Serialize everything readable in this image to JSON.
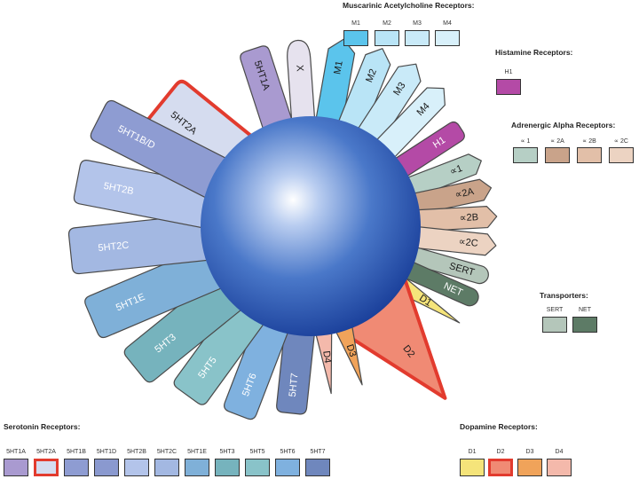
{
  "legends": {
    "muscarinic": {
      "title": "Muscarinic Acetylcholine Receptors:",
      "items": [
        {
          "label": "M1",
          "color": "#5bc4ec"
        },
        {
          "label": "M2",
          "color": "#b9e4f6"
        },
        {
          "label": "M3",
          "color": "#c9eaf8"
        },
        {
          "label": "M4",
          "color": "#d8f0fa"
        }
      ]
    },
    "histamine": {
      "title": "Histamine Receptors:",
      "items": [
        {
          "label": "H1",
          "color": "#b44aa6"
        }
      ]
    },
    "adrenergic": {
      "title": "Adrenergic Alpha Receptors:",
      "items": [
        {
          "label": "∝ 1",
          "color": "#b6cfc5"
        },
        {
          "label": "∝ 2A",
          "color": "#c9a38a"
        },
        {
          "label": "∝ 2B",
          "color": "#e2bfa8"
        },
        {
          "label": "∝ 2C",
          "color": "#ecd3c2"
        }
      ]
    },
    "transporters": {
      "title": "Transporters:",
      "items": [
        {
          "label": "SERT",
          "color": "#b4c6ba"
        },
        {
          "label": "NET",
          "color": "#5d7b66"
        }
      ]
    },
    "serotonin": {
      "title": "Serotonin Receptors:",
      "items": [
        {
          "label": "5HT1A",
          "color": "#a99ad0"
        },
        {
          "label": "5HT2A",
          "color": "#d5dcef",
          "highlight": true
        },
        {
          "label": "5HT1B",
          "color": "#8e9cd2"
        },
        {
          "label": "5HT1D",
          "color": "#8a99cf"
        },
        {
          "label": "5HT2B",
          "color": "#b3c4ea"
        },
        {
          "label": "5HT2C",
          "color": "#a3b8e2"
        },
        {
          "label": "5HT1E",
          "color": "#7fb0d8"
        },
        {
          "label": "5HT3",
          "color": "#76b3bd"
        },
        {
          "label": "5HT5",
          "color": "#89c3c9"
        },
        {
          "label": "5HT6",
          "color": "#7fb1df"
        },
        {
          "label": "5HT7",
          "color": "#6f87bd"
        }
      ]
    },
    "dopamine": {
      "title": "Dopamine Receptors:",
      "items": [
        {
          "label": "D1",
          "color": "#f5e47a"
        },
        {
          "label": "D2",
          "color": "#f08a74",
          "highlight": true
        },
        {
          "label": "D3",
          "color": "#f0a35a"
        },
        {
          "label": "D4",
          "color": "#f4b9ab"
        }
      ]
    }
  },
  "arms": [
    {
      "label": "5HT2A",
      "color": "#d5dcef",
      "highlight": true,
      "dark": true
    },
    {
      "label": "5HT1A",
      "color": "#a99ad0",
      "dark": true
    },
    {
      "label": "X",
      "color": "#e6e2ee",
      "dark": true
    },
    {
      "label": "M1",
      "color": "#5bc4ec",
      "dark": true
    },
    {
      "label": "M2",
      "color": "#b9e4f6",
      "dark": true
    },
    {
      "label": "M3",
      "color": "#c9eaf8",
      "dark": true
    },
    {
      "label": "M4",
      "color": "#d8f0fa",
      "dark": true
    },
    {
      "label": "H1",
      "color": "#b44aa6"
    },
    {
      "label": "∝1",
      "color": "#b6cfc5",
      "dark": true
    },
    {
      "label": "∝2A",
      "color": "#c9a38a",
      "dark": true
    },
    {
      "label": "∝2B",
      "color": "#e2bfa8",
      "dark": true
    },
    {
      "label": "∝2C",
      "color": "#ecd3c2",
      "dark": true
    },
    {
      "label": "SERT",
      "color": "#b4c6ba",
      "dark": true
    },
    {
      "label": "NET",
      "color": "#5d7b66"
    },
    {
      "label": "D1",
      "color": "#f5e47a",
      "dark": true
    },
    {
      "label": "D2",
      "color": "#f08a74",
      "highlight": true,
      "dark": true
    },
    {
      "label": "D3",
      "color": "#f0a35a",
      "dark": true
    },
    {
      "label": "D4",
      "color": "#f4b9ab",
      "dark": true
    },
    {
      "label": "5HT7",
      "color": "#6f87bd"
    },
    {
      "label": "5HT6",
      "color": "#7fb1df"
    },
    {
      "label": "5HT5",
      "color": "#89c3c9"
    },
    {
      "label": "5HT3",
      "color": "#76b3bd"
    },
    {
      "label": "5HT1E",
      "color": "#7fb0d8"
    },
    {
      "label": "5HT2C",
      "color": "#a3b8e2"
    },
    {
      "label": "5HT2B",
      "color": "#b3c4ea"
    },
    {
      "label": "5HT1B/D",
      "color": "#8e9cd2"
    }
  ]
}
